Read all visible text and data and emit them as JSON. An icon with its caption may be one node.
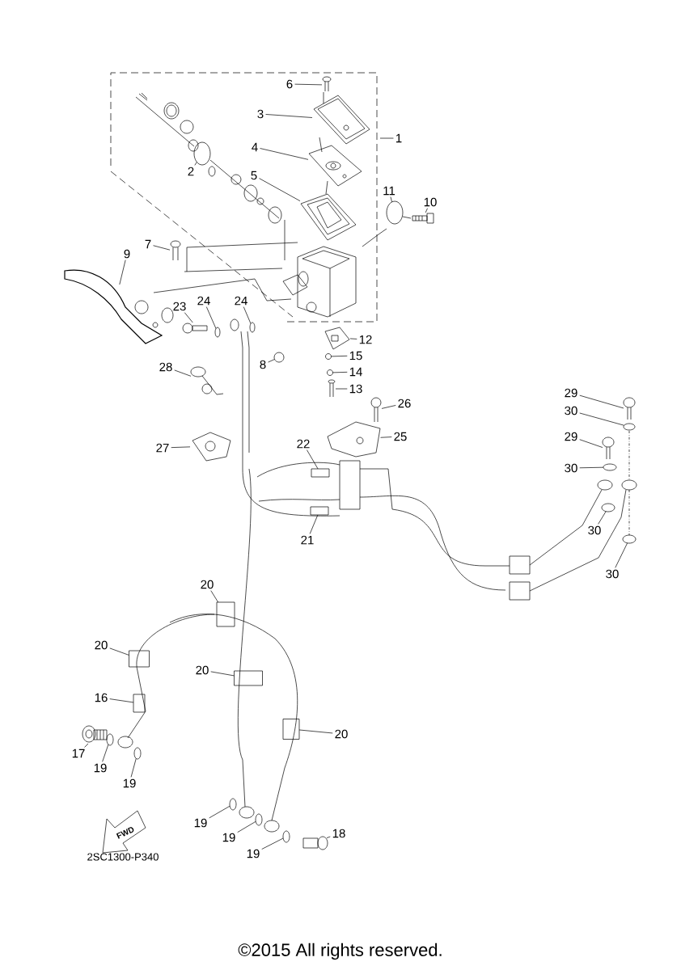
{
  "diagram": {
    "nodes": [
      {
        "text": [
          "1"
        ]
      },
      {
        "text": [
          "2"
        ]
      },
      {
        "text": [
          "3"
        ]
      },
      {
        "text": [
          "4"
        ]
      },
      {
        "text": [
          "5"
        ]
      },
      {
        "text": [
          "6"
        ]
      },
      {
        "text": [
          "7"
        ]
      },
      {
        "text": [
          "8"
        ]
      },
      {
        "text": [
          "9"
        ]
      },
      {
        "text": [
          "10"
        ]
      },
      {
        "text": [
          "11"
        ]
      },
      {
        "text": [
          "12"
        ]
      },
      {
        "text": [
          "13"
        ]
      },
      {
        "text": [
          "14"
        ]
      },
      {
        "text": [
          "15"
        ]
      },
      {
        "text": [
          "16"
        ]
      },
      {
        "text": [
          "17"
        ]
      },
      {
        "text": [
          "18"
        ]
      },
      {
        "text": [
          "19"
        ]
      },
      {
        "text": [
          "19"
        ]
      },
      {
        "text": [
          "19"
        ]
      },
      {
        "text": [
          "19"
        ]
      },
      {
        "text": [
          "19"
        ]
      },
      {
        "text": [
          "20"
        ]
      },
      {
        "text": [
          "20"
        ]
      },
      {
        "text": [
          "20"
        ]
      },
      {
        "text": [
          "20"
        ]
      },
      {
        "text": [
          "21"
        ]
      },
      {
        "text": [
          "22"
        ]
      },
      {
        "text": [
          "23"
        ]
      },
      {
        "text": [
          "24"
        ]
      },
      {
        "text": [
          "24"
        ]
      },
      {
        "text": [
          "25"
        ]
      },
      {
        "text": [
          "26"
        ]
      },
      {
        "text": [
          "27"
        ]
      },
      {
        "text": [
          "28"
        ]
      },
      {
        "text": [
          "29"
        ]
      },
      {
        "text": [
          "30"
        ]
      },
      {
        "text": [
          "29"
        ]
      },
      {
        "text": [
          "30"
        ]
      },
      {
        "text": [
          "30"
        ]
      },
      {
        "text": [
          "30"
        ]
      },
      {
        "text": [],
        "shape": "circle"
      },
      {
        "text": [],
        "shape": "picture"
      },
      {
        "text": [],
        "shape": "picture"
      },
      {
        "text": [],
        "shape": "picture"
      },
      {
        "text": [],
        "shape": "picture"
      },
      {
        "text": [],
        "shape": "picture"
      },
      {
        "text": [],
        "shape": "circle"
      },
      {
        "text": [],
        "shape": "picture"
      },
      {
        "text": [],
        "shape": "picture"
      },
      {
        "text": [],
        "shape": "circle"
      },
      {
        "text": [],
        "shape": "picture"
      },
      {
        "text": [],
        "shape": "picture"
      },
      {
        "text": [],
        "shape": "circle"
      },
      {
        "text": [],
        "shape": "circle"
      },
      {
        "text": [],
        "shape": "box"
      },
      {
        "text": [],
        "shape": "picture"
      },
      {
        "text": [],
        "shape": "picture"
      },
      {
        "text": [],
        "shape": "circle"
      },
      {
        "text": [],
        "shape": "circle"
      },
      {
        "text": [],
        "shape": "circle"
      },
      {
        "text": [],
        "shape": "circle"
      },
      {
        "text": [],
        "shape": "circle"
      },
      {
        "text": [],
        "shape": "box"
      },
      {
        "text": [],
        "shape": "box"
      },
      {
        "text": [],
        "shape": "box"
      },
      {
        "text": [],
        "shape": "box"
      },
      {
        "text": [],
        "shape": "box"
      },
      {
        "text": [],
        "shape": "box"
      },
      {
        "text": [],
        "shape": "picture"
      },
      {
        "text": [],
        "shape": "circle"
      },
      {
        "text": [],
        "shape": "circle"
      },
      {
        "text": [],
        "shape": "picture"
      },
      {
        "text": [],
        "shape": "picture"
      },
      {
        "text": [],
        "shape": "picture"
      },
      {
        "text": [],
        "shape": "picture"
      },
      {
        "text": [],
        "shape": "picture"
      },
      {
        "text": [],
        "shape": "circle"
      },
      {
        "text": [],
        "shape": "picture"
      },
      {
        "text": [],
        "shape": "circle"
      },
      {
        "text": [],
        "shape": "circle"
      },
      {
        "text": [],
        "shape": "circle"
      }
    ],
    "edges": [
      {
        "from": 0,
        "to": null,
        "arrow": "none"
      },
      {
        "from": 1,
        "to": 42,
        "arrow": "none"
      },
      {
        "from": 2,
        "to": 43,
        "arrow": "none"
      },
      {
        "from": 3,
        "to": 44,
        "arrow": "none"
      },
      {
        "from": 4,
        "to": 45,
        "arrow": "none"
      },
      {
        "from": 5,
        "to": 46,
        "arrow": "none"
      },
      {
        "from": 6,
        "to": 47,
        "arrow": "none"
      },
      {
        "from": 7,
        "to": 48,
        "arrow": "none"
      },
      {
        "from": 8,
        "to": 49,
        "arrow": "none"
      },
      {
        "from": 9,
        "to": 50,
        "arrow": "none"
      },
      {
        "from": 10,
        "to": 51,
        "arrow": "none"
      },
      {
        "from": 11,
        "to": 52,
        "arrow": "none"
      },
      {
        "from": 12,
        "to": 53,
        "arrow": "none"
      },
      {
        "from": 13,
        "to": 54,
        "arrow": "none"
      },
      {
        "from": 14,
        "to": 55,
        "arrow": "none"
      },
      {
        "from": 15,
        "to": 56,
        "arrow": "none"
      },
      {
        "from": 16,
        "to": 57,
        "arrow": "none"
      },
      {
        "from": 17,
        "to": 58,
        "arrow": "none"
      },
      {
        "from": 18,
        "to": 59,
        "arrow": "none"
      },
      {
        "from": 19,
        "to": 60,
        "arrow": "none"
      },
      {
        "from": 20,
        "to": 61,
        "arrow": "none"
      },
      {
        "from": 21,
        "to": 62,
        "arrow": "none"
      },
      {
        "from": 22,
        "to": 63,
        "arrow": "none"
      },
      {
        "from": 23,
        "to": 64,
        "arrow": "none"
      },
      {
        "from": 24,
        "to": 65,
        "arrow": "none"
      },
      {
        "from": 25,
        "to": 66,
        "arrow": "none"
      },
      {
        "from": 26,
        "to": 67,
        "arrow": "none"
      },
      {
        "from": 27,
        "to": 68,
        "arrow": "none"
      },
      {
        "from": 28,
        "to": 69,
        "arrow": "none"
      },
      {
        "from": 29,
        "to": 70,
        "arrow": "none"
      },
      {
        "from": 30,
        "to": 71,
        "arrow": "none"
      },
      {
        "from": 31,
        "to": 72,
        "arrow": "none"
      },
      {
        "from": 32,
        "to": 73,
        "arrow": "none"
      },
      {
        "from": 33,
        "to": 74,
        "arrow": "none"
      },
      {
        "from": 34,
        "to": 75,
        "arrow": "none"
      },
      {
        "from": 35,
        "to": 76,
        "arrow": "none"
      },
      {
        "from": 36,
        "to": 77,
        "arrow": "none"
      },
      {
        "from": 37,
        "to": 78,
        "arrow": "none"
      },
      {
        "from": 38,
        "to": 79,
        "arrow": "none"
      },
      {
        "from": 39,
        "to": 80,
        "arrow": "none"
      },
      {
        "from": 40,
        "to": 81,
        "arrow": "none"
      },
      {
        "from": 41,
        "to": 82,
        "arrow": "none"
      }
    ],
    "labels": [
      "FWD",
      "2SC1300-P340",
      "©2015 All rights reserved."
    ]
  }
}
